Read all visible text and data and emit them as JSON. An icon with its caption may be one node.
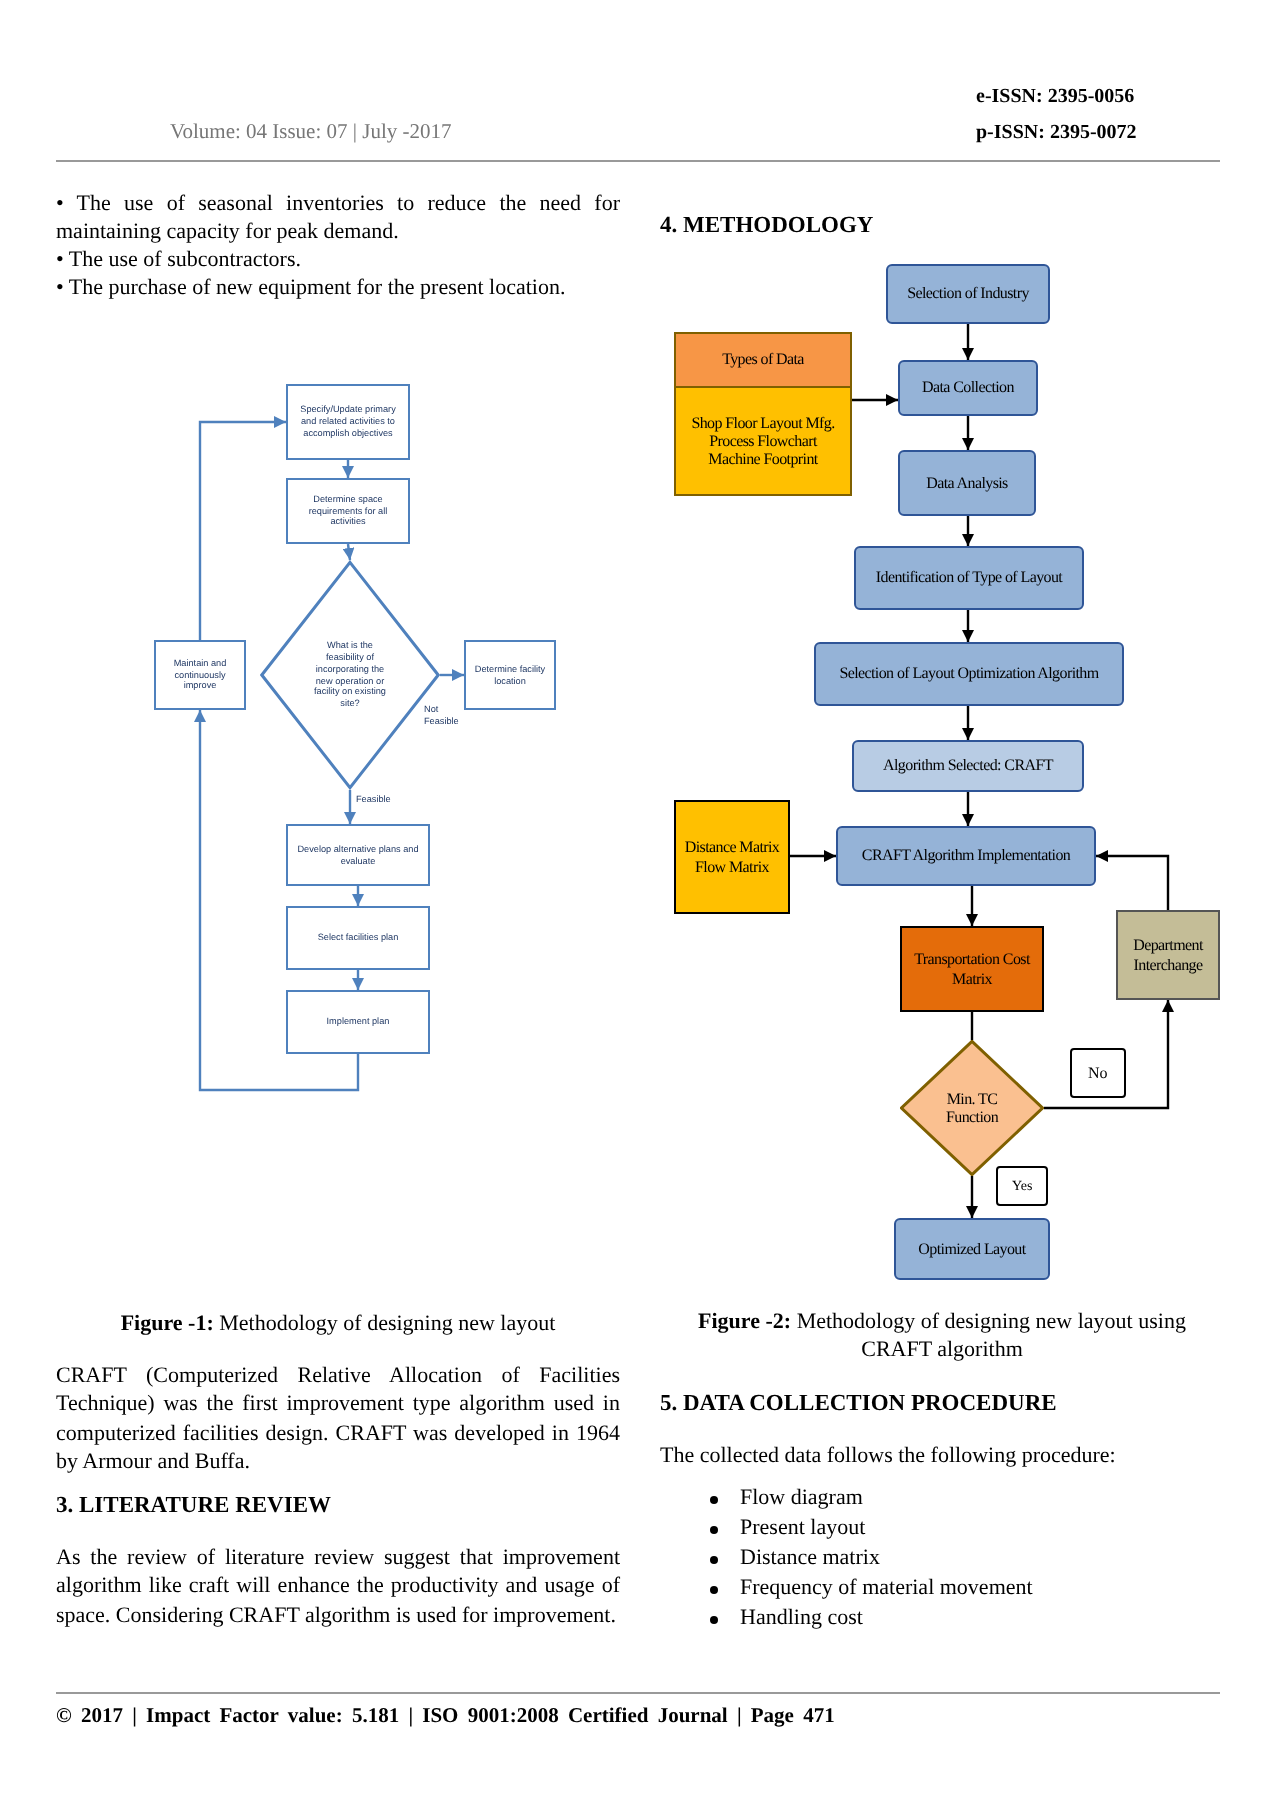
{
  "diagram": {
    "nodes": [
      {
        "text": [
          "Specify/Update primary and related activities to accomplish objectives"
        ]
      },
      {
        "text": [
          "Determine space requirements for all activities"
        ]
      },
      {
        "text": [
          "What is the feasibility of incorporating the new operation or facility on existing site?"
        ]
      },
      {
        "text": [
          "Maintain and continuously improve"
        ]
      },
      {
        "text": [
          "Determine facility location"
        ]
      },
      {
        "text": [
          "Develop alternative plans and evaluate"
        ]
      },
      {
        "text": [
          "Select facilities plan"
        ]
      },
      {
        "text": [
          "Implement plan"
        ]
      },
      {
        "text": [
          "Selection of Industry"
        ]
      },
      {
        "text": [
          "Data Collection"
        ]
      },
      {
        "text": [
          "Types of Data",
          "Shop Floor Layout Mfg. Process Flowchart Machine Footprint"
        ]
      },
      {
        "text": [
          "Data Analysis"
        ]
      },
      {
        "text": [
          "Identification of Type of Layout"
        ]
      },
      {
        "text": [
          "Selection of Layout Optimization Algorithm"
        ]
      },
      {
        "text": [
          "Algorithm Selected: CRAFT"
        ]
      },
      {
        "text": [
          "Distance Matrix Flow Matrix"
        ]
      },
      {
        "text": [
          "CRAFT Algorithm Implementation"
        ]
      },
      {
        "text": [
          "Transportation Cost Matrix"
        ]
      },
      {
        "text": [
          "Department Interchange"
        ]
      },
      {
        "text": [
          "Min. TC Function"
        ]
      },
      {
        "text": [
          "Optimized Layout"
        ]
      }
    ],
    "edges": [
      {
        "from": 0,
        "to": 1,
        "arrow": "to",
        "color": "#4f81bd"
      },
      {
        "from": 1,
        "to": 2,
        "arrow": "to",
        "color": "#4f81bd"
      },
      {
        "from": 2,
        "to": 4,
        "arrow": "to",
        "label": "Not Feasible",
        "color": "#4f81bd"
      },
      {
        "from": 2,
        "to": 5,
        "arrow": "to",
        "label": "Feasible",
        "color": "#4f81bd"
      },
      {
        "from": 5,
        "to": 6,
        "arrow": "to",
        "color": "#4f81bd"
      },
      {
        "from": 6,
        "to": 7,
        "arrow": "to",
        "color": "#4f81bd"
      },
      {
        "from": 7,
        "to": 3,
        "arrow": "to",
        "color": "#4f81bd"
      },
      {
        "from": 3,
        "to": 0,
        "arrow": "to",
        "color": "#4f81bd"
      },
      {
        "from": 8,
        "to": 9,
        "arrow": "to"
      },
      {
        "from": 10,
        "to": 9,
        "arrow": "to"
      },
      {
        "from": 9,
        "to": 11,
        "arrow": "to"
      },
      {
        "from": 11,
        "to": 12,
        "arrow": "to"
      },
      {
        "from": 12,
        "to": 13,
        "arrow": "to"
      },
      {
        "from": 13,
        "to": 14,
        "arrow": "to"
      },
      {
        "from": 14,
        "to": 16,
        "arrow": "to"
      },
      {
        "from": 15,
        "to": 16,
        "arrow": "to"
      },
      {
        "from": 16,
        "to": 17,
        "arrow": "to"
      },
      {
        "from": 17,
        "to": 19,
        "arrow": "none"
      },
      {
        "from": 19,
        "to": 18,
        "arrow": "to",
        "label": "No"
      },
      {
        "from": 18,
        "to": 16,
        "arrow": "to"
      },
      {
        "from": 19,
        "to": 20,
        "arrow": "to",
        "label": "Yes"
      }
    ],
    "labels": [
      "e-ISSN: 2395-0056",
      "Volume: 04 Issue: 07 | July -2017",
      "p-ISSN: 2395-0072",
      "• The use of seasonal inventories to reduce the need for maintaining capacity for peak demand.",
      "• The use of subcontractors.",
      "• The purchase of new equipment for the present location.",
      "4. METHODOLOGY",
      "**Figure -1:** Methodology of designing new layout",
      "CRAFT (Computerized Relative Allocation of Facilities Technique) was the first improvement type algorithm used in computerized facilities design. CRAFT was developed in 1964 by Armour and Buffa.",
      "3. LITERATURE REVIEW",
      "As the review of literature review suggest that improvement algorithm like craft will enhance the productivity and usage of space. Considering CRAFT algorithm is used for improvement.",
      "**Figure -2:** Methodology of designing new layout using CRAFT algorithm",
      "5. DATA COLLECTION PROCEDURE",
      "The collected data follows the following procedure:",
      "Flow diagram",
      "Present layout",
      "Distance matrix",
      "Frequency of material movement",
      "Handling cost",
      "© 2017 | Impact Factor value: 5.181 | ISO 9001:2008 Certified Journal | Page 471"
    ]
  }
}
